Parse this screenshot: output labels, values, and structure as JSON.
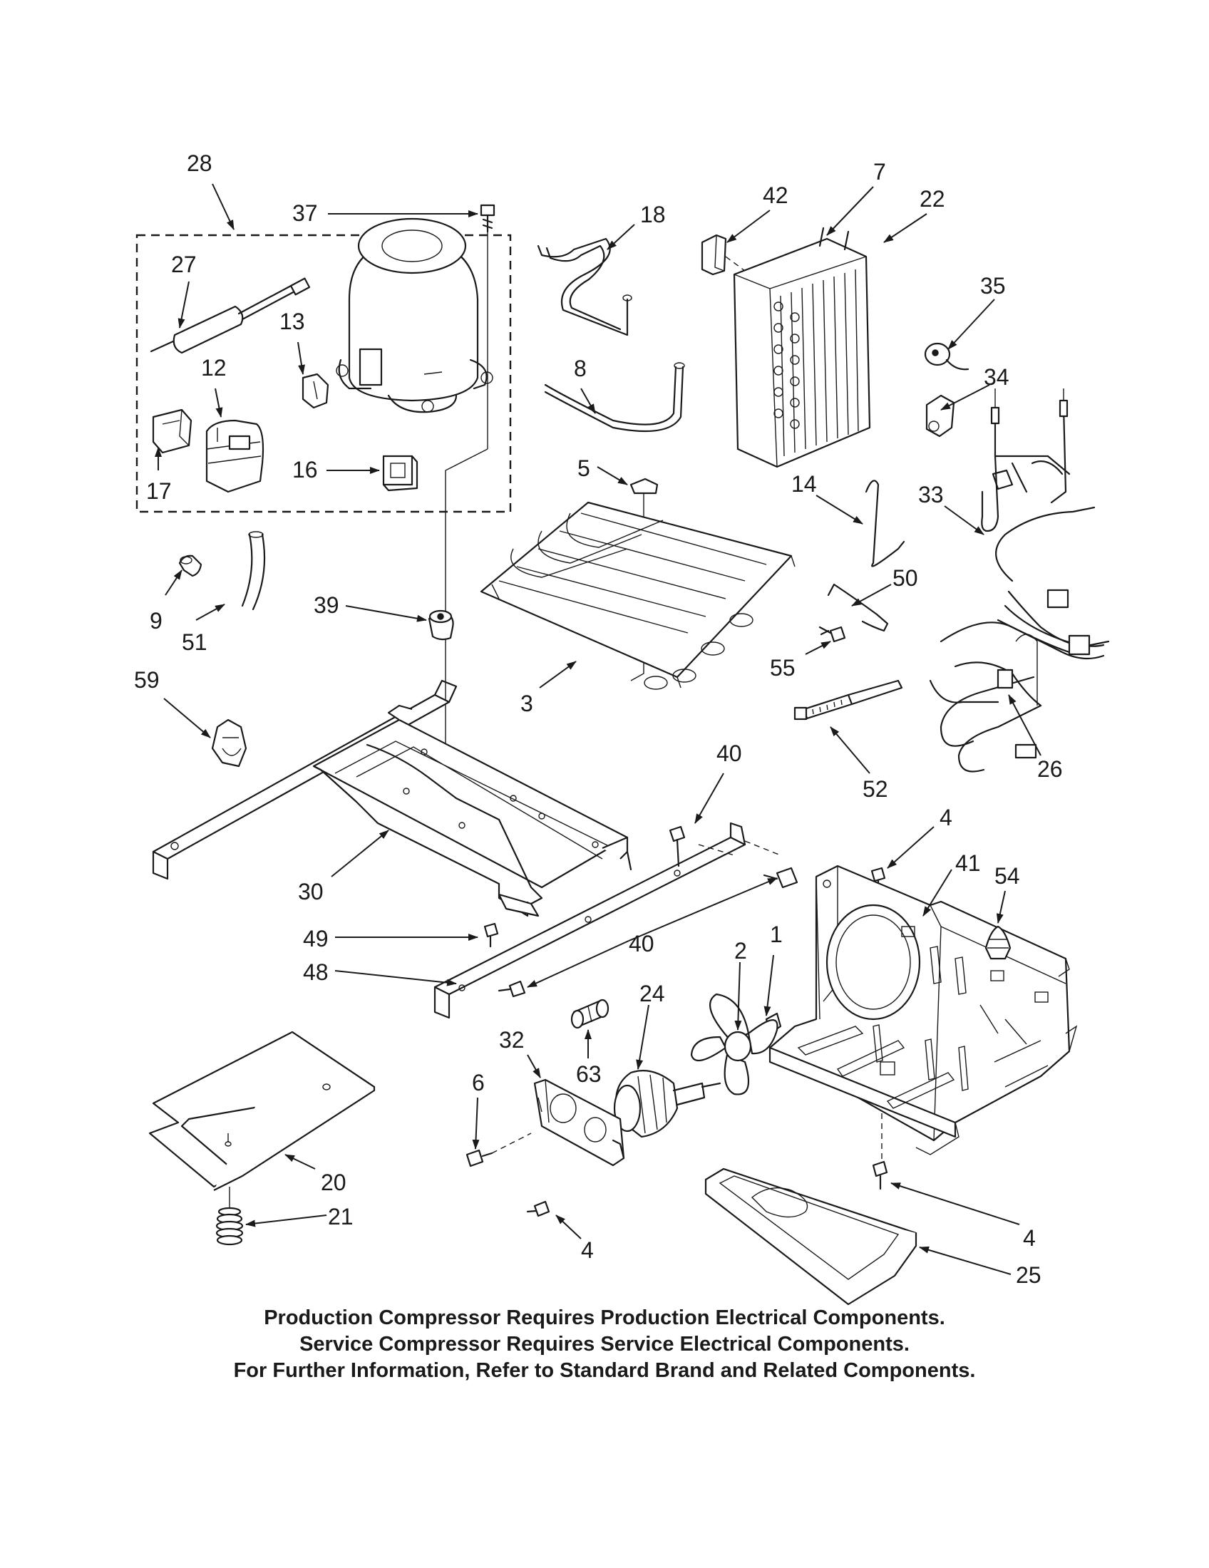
{
  "callouts": {
    "c28": "28",
    "c37": "37",
    "c27": "27",
    "c13": "13",
    "c12": "12",
    "c17": "17",
    "c16": "16",
    "c18": "18",
    "c8": "8",
    "c42": "42",
    "c7": "7",
    "c22": "22",
    "c35": "35",
    "c34": "34",
    "c33": "33",
    "c14": "14",
    "c5": "5",
    "c9": "9",
    "c51": "51",
    "c39": "39",
    "c3": "3",
    "c50": "50",
    "c55": "55",
    "c26": "26",
    "c52": "52",
    "c59": "59",
    "c40a": "40",
    "c30": "30",
    "c49": "49",
    "c48": "48",
    "c40b": "40",
    "c4a": "4",
    "c41": "41",
    "c54": "54",
    "c1": "1",
    "c2": "2",
    "c24": "24",
    "c63": "63",
    "c32": "32",
    "c6": "6",
    "c20": "20",
    "c21": "21",
    "c4b": "4",
    "c4c": "4",
    "c25": "25"
  },
  "notes": {
    "line1": "Production Compressor Requires Production Electrical Components.",
    "line2": "Service Compressor Requires Service Electrical Components.",
    "line3": "For Further Information, Refer to Standard Brand and Related Components."
  }
}
